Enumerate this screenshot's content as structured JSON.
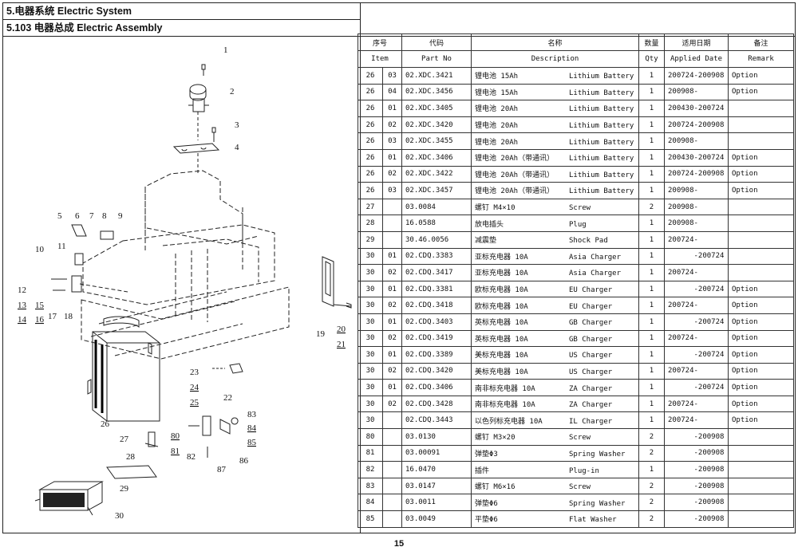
{
  "header": {
    "section_title": "5.电器系统 Electric System",
    "subsection_title": "5.103 电器总成 Electric Assembly"
  },
  "table": {
    "columns_cn": [
      "序号",
      "代码",
      "名称",
      "数量",
      "适用日期",
      "备注"
    ],
    "columns_en": [
      "Item",
      "Part No",
      "Description",
      "Qty",
      "Applied Date",
      "Remark"
    ],
    "rows": [
      {
        "item": "26",
        "sub": "03",
        "part_no": "02.XDC.3421",
        "name_cn": "锂电池 15Ah",
        "name_en": "Lithium Battery",
        "qty": "1",
        "date": "200724-200908",
        "remark": "Option"
      },
      {
        "item": "26",
        "sub": "04",
        "part_no": "02.XDC.3456",
        "name_cn": "锂电池 15Ah",
        "name_en": "Lithium Battery",
        "qty": "1",
        "date": "200908-",
        "remark": "Option"
      },
      {
        "item": "26",
        "sub": "01",
        "part_no": "02.XDC.3405",
        "name_cn": "锂电池 20Ah",
        "name_en": "Lithium Battery",
        "qty": "1",
        "date": "200430-200724",
        "remark": ""
      },
      {
        "item": "26",
        "sub": "02",
        "part_no": "02.XDC.3420",
        "name_cn": "锂电池 20Ah",
        "name_en": "Lithium Battery",
        "qty": "1",
        "date": "200724-200908",
        "remark": ""
      },
      {
        "item": "26",
        "sub": "03",
        "part_no": "02.XDC.3455",
        "name_cn": "锂电池 20Ah",
        "name_en": "Lithium Battery",
        "qty": "1",
        "date": "200908-",
        "remark": ""
      },
      {
        "item": "26",
        "sub": "01",
        "part_no": "02.XDC.3406",
        "name_cn": "锂电池 20Ah（带通讯）",
        "name_en": "Lithium Battery",
        "qty": "1",
        "date": "200430-200724",
        "remark": "Option"
      },
      {
        "item": "26",
        "sub": "02",
        "part_no": "02.XDC.3422",
        "name_cn": "锂电池 20Ah（带通讯）",
        "name_en": "Lithium Battery",
        "qty": "1",
        "date": "200724-200908",
        "remark": "Option"
      },
      {
        "item": "26",
        "sub": "03",
        "part_no": "02.XDC.3457",
        "name_cn": "锂电池 20Ah（带通讯）",
        "name_en": "Lithium Battery",
        "qty": "1",
        "date": "200908-",
        "remark": "Option"
      },
      {
        "item": "27",
        "sub": "",
        "part_no": "03.0084",
        "name_cn": "螺钉 M4×10",
        "name_en": "Screw",
        "qty": "2",
        "date": "200908-",
        "remark": ""
      },
      {
        "item": "28",
        "sub": "",
        "part_no": "16.0588",
        "name_cn": "放电插头",
        "name_en": "Plug",
        "qty": "1",
        "date": "200908-",
        "remark": ""
      },
      {
        "item": "29",
        "sub": "",
        "part_no": "30.46.0056",
        "name_cn": "减震垫",
        "name_en": "Shock Pad",
        "qty": "1",
        "date": "200724-",
        "remark": ""
      },
      {
        "item": "30",
        "sub": "01",
        "part_no": "02.CDQ.3383",
        "name_cn": "亚标充电器 10A",
        "name_en": "Asia Charger",
        "qty": "1",
        "date": "      -200724",
        "remark": ""
      },
      {
        "item": "30",
        "sub": "02",
        "part_no": "02.CDQ.3417",
        "name_cn": "亚标充电器 10A",
        "name_en": "Asia Charger",
        "qty": "1",
        "date": "200724-",
        "remark": ""
      },
      {
        "item": "30",
        "sub": "01",
        "part_no": "02.CDQ.3381",
        "name_cn": "欧标充电器 10A",
        "name_en": "EU Charger",
        "qty": "1",
        "date": "      -200724",
        "remark": "Option"
      },
      {
        "item": "30",
        "sub": "02",
        "part_no": "02.CDQ.3418",
        "name_cn": "欧标充电器 10A",
        "name_en": "EU Charger",
        "qty": "1",
        "date": "200724-",
        "remark": "Option"
      },
      {
        "item": "30",
        "sub": "01",
        "part_no": "02.CDQ.3403",
        "name_cn": "英标充电器 10A",
        "name_en": "GB Charger",
        "qty": "1",
        "date": "      -200724",
        "remark": "Option"
      },
      {
        "item": "30",
        "sub": "02",
        "part_no": "02.CDQ.3419",
        "name_cn": "英标充电器 10A",
        "name_en": "GB Charger",
        "qty": "1",
        "date": "200724-",
        "remark": "Option"
      },
      {
        "item": "30",
        "sub": "01",
        "part_no": "02.CDQ.3389",
        "name_cn": "美标充电器 10A",
        "name_en": "US Charger",
        "qty": "1",
        "date": "      -200724",
        "remark": "Option"
      },
      {
        "item": "30",
        "sub": "02",
        "part_no": "02.CDQ.3420",
        "name_cn": "美标充电器 10A",
        "name_en": "US Charger",
        "qty": "1",
        "date": "200724-",
        "remark": "Option"
      },
      {
        "item": "30",
        "sub": "01",
        "part_no": "02.CDQ.3406",
        "name_cn": "南非标充电器 10A",
        "name_en": "ZA Charger",
        "qty": "1",
        "date": "      -200724",
        "remark": "Option"
      },
      {
        "item": "30",
        "sub": "02",
        "part_no": "02.CDQ.3428",
        "name_cn": "南非标充电器 10A",
        "name_en": "ZA Charger",
        "qty": "1",
        "date": "200724-",
        "remark": "Option"
      },
      {
        "item": "30",
        "sub": "",
        "part_no": "02.CDQ.3443",
        "name_cn": "以色列标充电器 10A",
        "name_en": "IL Charger",
        "qty": "1",
        "date": "200724-",
        "remark": "Option"
      },
      {
        "item": "80",
        "sub": "",
        "part_no": "03.0130",
        "name_cn": "螺钉 M3×20",
        "name_en": "Screw",
        "qty": "2",
        "date": "      -200908",
        "remark": ""
      },
      {
        "item": "81",
        "sub": "",
        "part_no": "03.00091",
        "name_cn": "弹垫Φ3",
        "name_en": "Spring Washer",
        "qty": "2",
        "date": "      -200908",
        "remark": ""
      },
      {
        "item": "82",
        "sub": "",
        "part_no": "16.0470",
        "name_cn": "插件",
        "name_en": "Plug-in",
        "qty": "1",
        "date": "      -200908",
        "remark": ""
      },
      {
        "item": "83",
        "sub": "",
        "part_no": "03.0147",
        "name_cn": "螺钉 M6×16",
        "name_en": "Screw",
        "qty": "2",
        "date": "      -200908",
        "remark": ""
      },
      {
        "item": "84",
        "sub": "",
        "part_no": "03.0011",
        "name_cn": "弹垫Φ6",
        "name_en": "Spring Washer",
        "qty": "2",
        "date": "      -200908",
        "remark": ""
      },
      {
        "item": "85",
        "sub": "",
        "part_no": "03.0049",
        "name_cn": "平垫Φ6",
        "name_en": "Flat Washer",
        "qty": "2",
        "date": "      -200908",
        "remark": ""
      }
    ]
  },
  "diagram": {
    "callouts": [
      "1",
      "2",
      "3",
      "4",
      "5",
      "6",
      "7",
      "8",
      "9",
      "10",
      "11",
      "12",
      "13",
      "14",
      "15",
      "16",
      "17",
      "18",
      "19",
      "20",
      "21",
      "22",
      "23",
      "24",
      "25",
      "26",
      "27",
      "28",
      "29",
      "30",
      "80",
      "81",
      "82",
      "83",
      "84",
      "85",
      "86",
      "87"
    ]
  },
  "footer": {
    "page_number": "15"
  }
}
